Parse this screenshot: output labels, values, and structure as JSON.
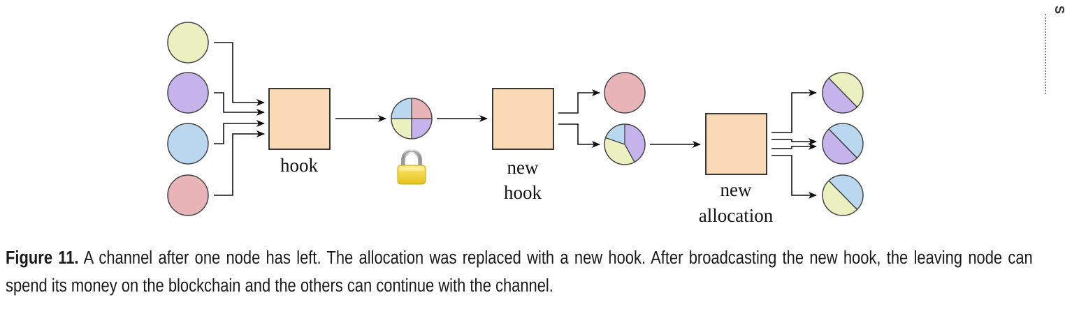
{
  "diagram": {
    "labels": {
      "hook": "hook",
      "new_hook_line1": "new",
      "new_hook_line2": "hook",
      "new_allocation_line1": "new",
      "new_allocation_line2": "allocation"
    },
    "colors": {
      "yellow": "#eaf0bf",
      "purple": "#c6b3ec",
      "blue": "#b9d7ee",
      "red": "#e8b4b7",
      "box": "#f9d9b6",
      "stroke": "#222222",
      "lock_body": "#f3d84a"
    },
    "icons": [
      "lock-icon"
    ]
  },
  "caption": {
    "label": "Figure 11.",
    "text": "A channel after one node has left. The allocation was replaced with a new hook. After broadcasting the new hook, the leaving node can spend its money on the blockchain and the others can continue with the channel."
  },
  "side": {
    "text": "S"
  }
}
